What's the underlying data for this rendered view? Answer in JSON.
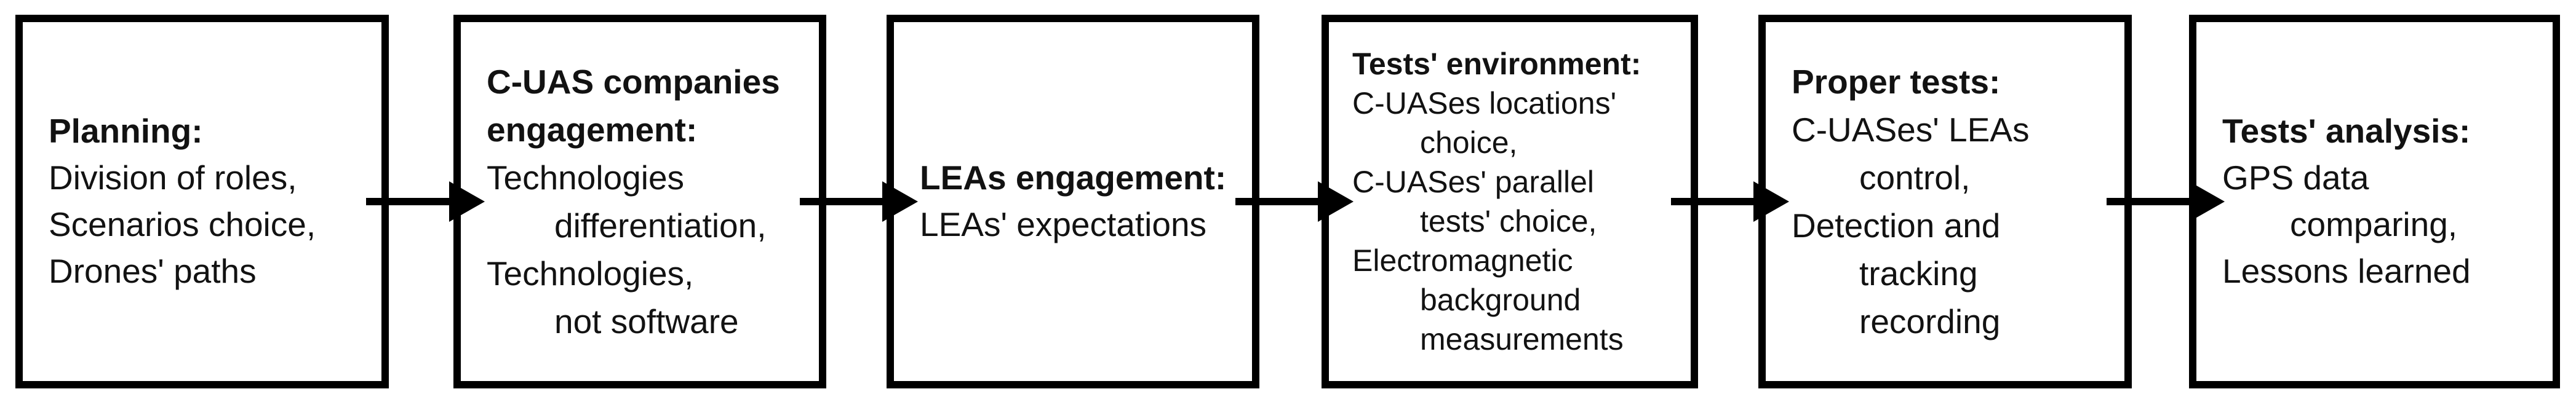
{
  "colors": {
    "ink": "#000000",
    "text": "#121212",
    "background": "#ffffff"
  },
  "flowchart": {
    "boxes": [
      {
        "name": "planning",
        "lines": [
          {
            "text": "Planning:"
          },
          {
            "text": "Division of roles,"
          },
          {
            "text": "Scenarios choice,"
          },
          {
            "text": "Drones' paths"
          }
        ]
      },
      {
        "name": "c-uas-companies-engagement",
        "lines": [
          {
            "text": "C-UAS companies"
          },
          {
            "text": "engagement:"
          },
          {
            "text": "Technologies"
          },
          {
            "text": "differentiation,"
          },
          {
            "text": "Technologies,"
          },
          {
            "text": "not software"
          }
        ]
      },
      {
        "name": "leas-engagement",
        "lines": [
          {
            "text": "LEAs engagement:"
          },
          {
            "text": "LEAs' expectations"
          }
        ]
      },
      {
        "name": "tests-environment",
        "lines": [
          {
            "text": "Tests' environment:"
          },
          {
            "text": "C-UASes locations'"
          },
          {
            "text": "choice,"
          },
          {
            "text": "C-UASes' parallel"
          },
          {
            "text": "tests' choice,"
          },
          {
            "text": "Electromagnetic"
          },
          {
            "text": "background"
          },
          {
            "text": "measurements"
          }
        ]
      },
      {
        "name": "proper-tests",
        "lines": [
          {
            "text": "Proper tests:"
          },
          {
            "text": "C-UASes' LEAs"
          },
          {
            "text": "control,"
          },
          {
            "text": "Detection and"
          },
          {
            "text": "tracking"
          },
          {
            "text": "recording"
          }
        ]
      },
      {
        "name": "tests-analysis",
        "lines": [
          {
            "text": "Tests' analysis:"
          },
          {
            "text": "GPS data"
          },
          {
            "text": "comparing,"
          },
          {
            "text": "Lessons learned"
          }
        ]
      }
    ],
    "connections": [
      {
        "from": 0,
        "to": 1
      },
      {
        "from": 1,
        "to": 2
      },
      {
        "from": 2,
        "to": 3
      },
      {
        "from": 3,
        "to": 4
      },
      {
        "from": 4,
        "to": 5
      }
    ]
  }
}
